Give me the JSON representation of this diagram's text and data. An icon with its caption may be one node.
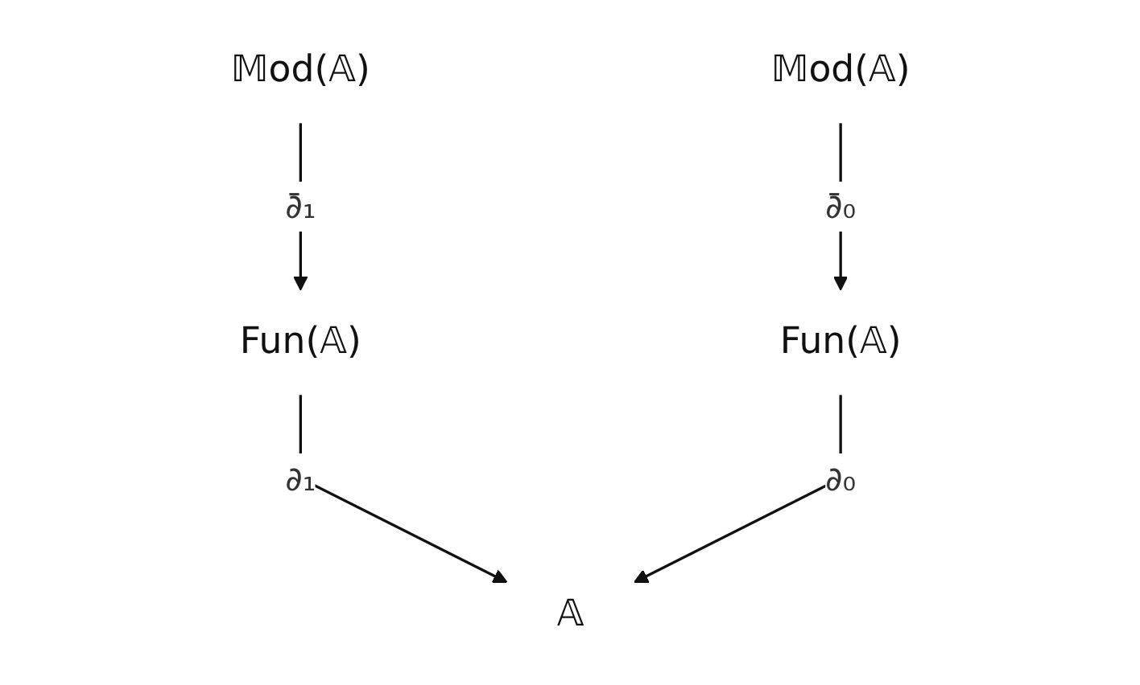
{
  "diagram": {
    "nodes": [
      {
        "text": [
          "𝕄od(𝔸)"
        ]
      },
      {
        "text": [
          "𝕄od(𝔸)"
        ]
      },
      {
        "text": [
          "Fun(𝔸)"
        ]
      },
      {
        "text": [
          "Fun(𝔸)"
        ]
      },
      {
        "text": [
          "𝔸"
        ]
      }
    ],
    "edges": [
      {
        "from": 0,
        "to": 2,
        "arrow": "to",
        "label": "∂̄₁"
      },
      {
        "from": 2,
        "to": 4,
        "arrow": "to",
        "label": "∂₁"
      },
      {
        "from": 1,
        "to": 3,
        "arrow": "to",
        "label": "∂̄₀"
      },
      {
        "from": 3,
        "to": 4,
        "arrow": "to",
        "label": "∂₀"
      }
    ]
  }
}
